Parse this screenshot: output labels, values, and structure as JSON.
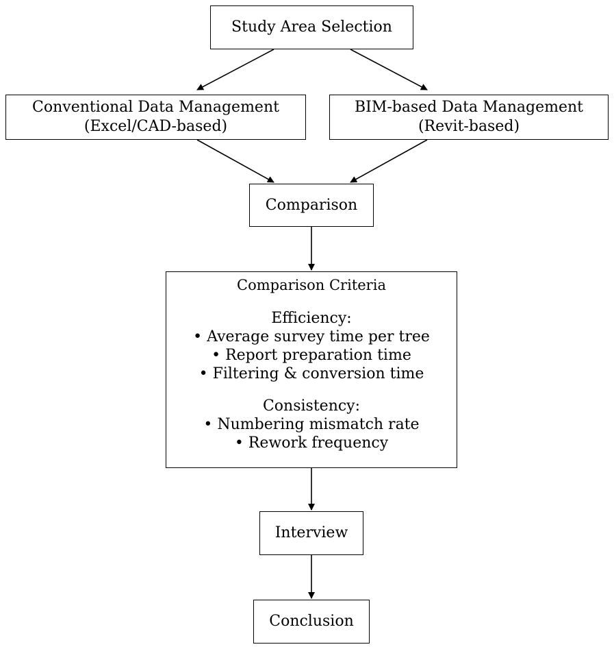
{
  "nodes": {
    "study_area": {
      "label": "Study Area Selection"
    },
    "conventional": {
      "line1": "Conventional Data Management",
      "line2": "(Excel/CAD-based)"
    },
    "bim": {
      "line1": "BIM-based Data Management",
      "line2": "(Revit-based)"
    },
    "comparison": {
      "label": "Comparison"
    },
    "criteria": {
      "title": "Comparison Criteria",
      "groups": [
        {
          "title": "Efficiency:",
          "items": [
            "• Average survey time per tree",
            "• Report preparation time",
            "• Filtering & conversion time"
          ]
        },
        {
          "title": "Consistency:",
          "items": [
            "• Numbering mismatch rate",
            "• Rework frequency"
          ]
        }
      ]
    },
    "interview": {
      "label": "Interview"
    },
    "conclusion": {
      "label": "Conclusion"
    }
  },
  "edges": [
    {
      "from": "Study Area Selection",
      "to": "Conventional Data Management"
    },
    {
      "from": "Study Area Selection",
      "to": "BIM-based Data Management"
    },
    {
      "from": "Conventional Data Management",
      "to": "Comparison"
    },
    {
      "from": "BIM-based Data Management",
      "to": "Comparison"
    },
    {
      "from": "Comparison",
      "to": "Comparison Criteria"
    },
    {
      "from": "Comparison Criteria",
      "to": "Interview"
    },
    {
      "from": "Interview",
      "to": "Conclusion"
    }
  ]
}
